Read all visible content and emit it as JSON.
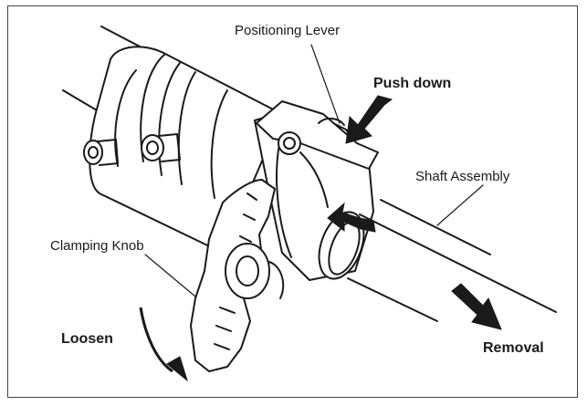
{
  "diagram": {
    "labels": {
      "positioning_lever": "Positioning Lever",
      "push_down": "Push down",
      "shaft_assembly": "Shaft Assembly",
      "clamping_knob": "Clamping Knob",
      "loosen": "Loosen",
      "removal": "Removal"
    },
    "colors": {
      "line": "#1a1a1a",
      "background": "#ffffff",
      "arrow_fill": "#1a1a1a"
    }
  }
}
